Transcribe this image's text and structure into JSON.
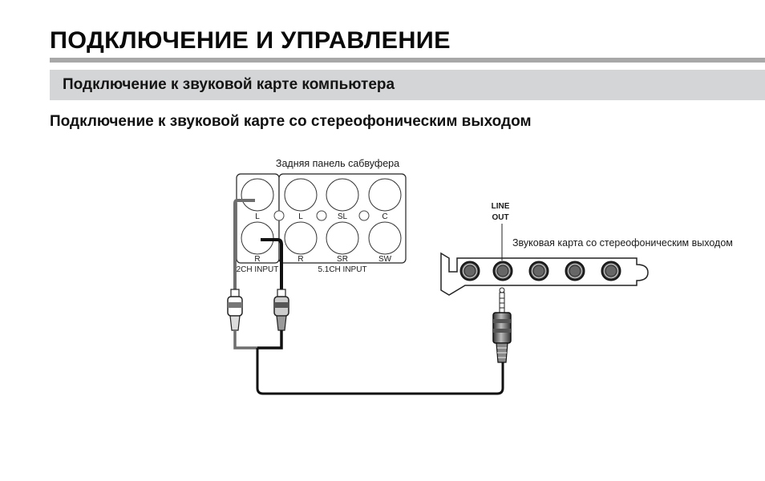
{
  "header": {
    "title": "ПОДКЛЮЧЕНИЕ И УПРАВЛЕНИЕ",
    "section_title": "Подключение к звуковой карте компьютера",
    "subtitle": "Подключение к звуковой карте со стереофоническим выходом"
  },
  "diagram": {
    "subwoofer_panel_label": "Задняя панель сабвуфера",
    "input_2ch": {
      "group_label": "2CH INPUT",
      "jacks": [
        "L",
        "R"
      ]
    },
    "input_51ch": {
      "group_label": "5.1CH INPUT",
      "top_jacks": [
        "L",
        "SL",
        "C"
      ],
      "bottom_jacks": [
        "R",
        "SR",
        "SW"
      ]
    },
    "sound_card_label": "Звуковая карта со стереофоническим выходом",
    "line_out_label_line1": "LINE",
    "line_out_label_line2": "OUT",
    "sound_card_jack_count": 5
  },
  "colors": {
    "section_bar": "#d4d5d6",
    "rule": "#a8a8a8",
    "cable_left": "#6e6e6e",
    "cable_right": "#111111"
  }
}
